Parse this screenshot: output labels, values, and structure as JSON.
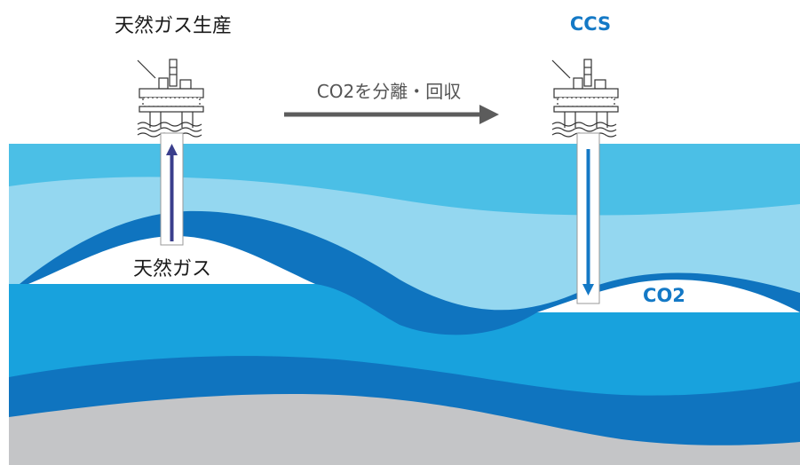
{
  "labels": {
    "left_title": "天然ガス生産",
    "right_title": "CCS",
    "arrow_label": "CO2を分離・回収",
    "gas_reservoir": "天然ガス",
    "co2_reservoir": "CO2"
  },
  "colors": {
    "sea_surface": "#4bbfe6",
    "light_layer": "#94d7f0",
    "dark_band": "#0f74bf",
    "mid_layer": "#18a2dd",
    "bedrock": "#c4c5c7",
    "arrow": "#5c5c5c",
    "label_blue": "#1479c6",
    "pipe_arrow_up": "#3a3e8c"
  },
  "icons": [
    "offshore-platform-icon",
    "offshore-platform-icon"
  ]
}
